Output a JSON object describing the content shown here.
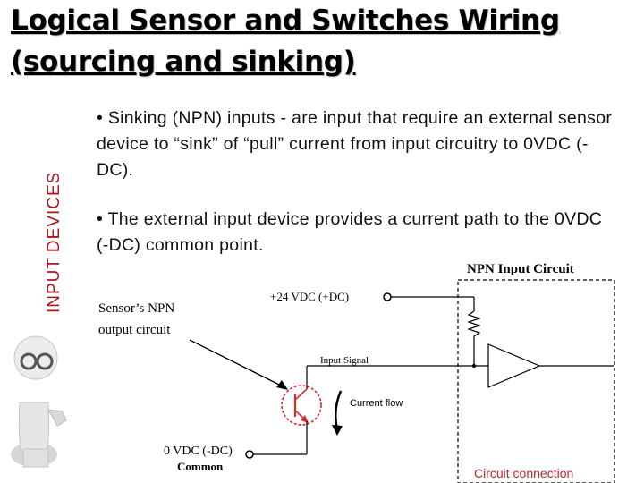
{
  "slide": {
    "title": "Logical Sensor and Switches Wiring (sourcing and sinking)",
    "side_label": "INPUT DEVICES",
    "bullets": [
      "• Sinking (NPN) inputs -  are input that require an external sensor device to “sink” of “pull” current from input circuitry to 0VDC (-DC).",
      "• The external input device provides a current path to the 0VDC (-DC) common point."
    ],
    "caption": "Circuit connection"
  },
  "diagram": {
    "box_title": "NPN Input Circuit",
    "supply_label": "+24 VDC (+DC)",
    "sensor_label_line1": "Sensor’s NPN",
    "sensor_label_line2": "output circuit",
    "signal_label": "Input Signal",
    "current_label": "Current flow",
    "common_label_line1": "0 VDC (-DC)",
    "common_label_line2": "Common"
  },
  "colors": {
    "accent": "#a8181d",
    "transistor": "#d32f2f",
    "caption": "#c0282e"
  }
}
